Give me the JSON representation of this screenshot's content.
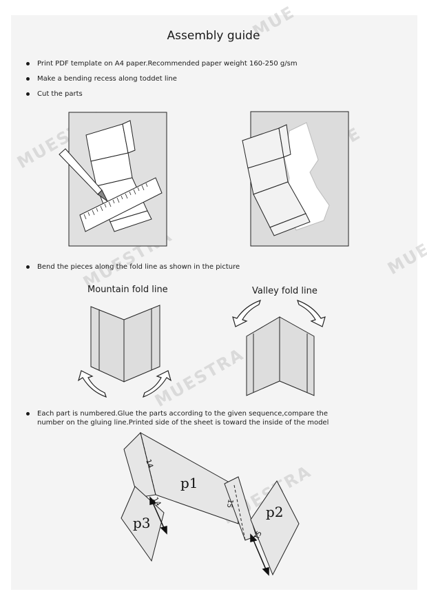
{
  "title": "Assembly guide",
  "steps": [
    "Print PDF template on A4 paper.Recommended paper weight 160-250 g/sm",
    "Make a bending recess along toddet line",
    "Cut the parts",
    "Bend the pieces along the fold line as shown in the picture",
    "Each part is numbered.Glue the parts according to the given sequence,compare the number on the gluing line.Printed side of the sheet is toward the inside of the model"
  ],
  "fold_labels": {
    "mountain": "Mountain fold line",
    "valley": "Valley fold line"
  },
  "parts": {
    "p1": "p1",
    "p2": "p2",
    "p3": "p3"
  },
  "glue_numbers": {
    "a": "14",
    "b": "14",
    "c": "15",
    "d": "15"
  },
  "watermarks": [
    "MUE",
    "MUESTRA",
    "MUE",
    "MUESTRA",
    "MUE",
    "MUESTRA",
    "MUESTRA"
  ]
}
